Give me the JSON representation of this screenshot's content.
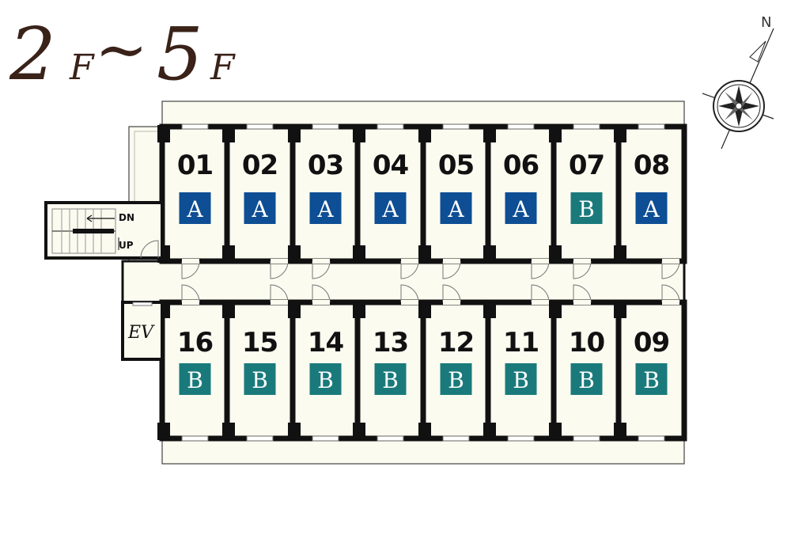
{
  "header": {
    "floor_from": "2",
    "floor_from_suffix": "F",
    "separator": "~",
    "floor_to": "5",
    "floor_to_suffix": "F"
  },
  "compass": {
    "north_label": "N",
    "icon": "compass-rose-icon"
  },
  "colors": {
    "type_a": "#0d4e94",
    "type_b": "#1a7a7b",
    "wall": "#111111",
    "room_fill": "#fbfbf0",
    "title": "#3a2218"
  },
  "stairs": {
    "down_label": "DN",
    "up_label": "UP"
  },
  "elevator": {
    "label": "EV"
  },
  "north_rooms": [
    {
      "number": "01",
      "type": "A"
    },
    {
      "number": "02",
      "type": "A"
    },
    {
      "number": "03",
      "type": "A"
    },
    {
      "number": "04",
      "type": "A"
    },
    {
      "number": "05",
      "type": "A"
    },
    {
      "number": "06",
      "type": "A"
    },
    {
      "number": "07",
      "type": "B"
    },
    {
      "number": "08",
      "type": "A"
    }
  ],
  "south_rooms": [
    {
      "number": "16",
      "type": "B"
    },
    {
      "number": "15",
      "type": "B"
    },
    {
      "number": "14",
      "type": "B"
    },
    {
      "number": "13",
      "type": "B"
    },
    {
      "number": "12",
      "type": "B"
    },
    {
      "number": "11",
      "type": "B"
    },
    {
      "number": "10",
      "type": "B"
    },
    {
      "number": "09",
      "type": "B"
    }
  ]
}
